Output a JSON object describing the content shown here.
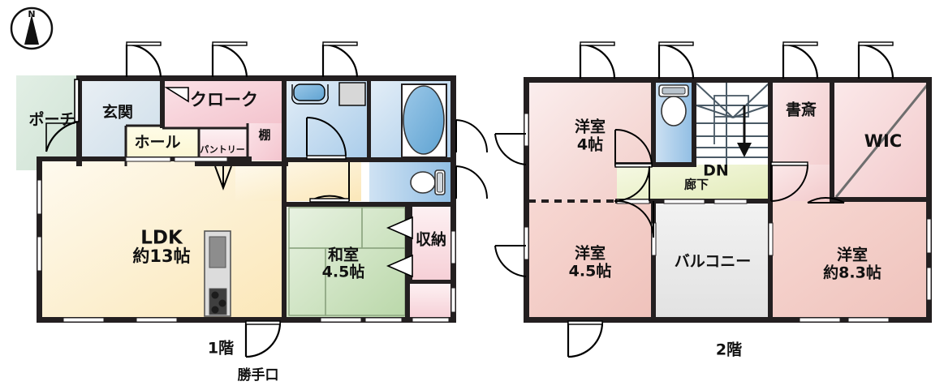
{
  "compass": {
    "north_label": "N",
    "name": "compass-rose"
  },
  "floors": [
    {
      "id": "floor1",
      "caption": "1階",
      "rooms": [
        {
          "key": "porch",
          "label": "ポーチ",
          "color": "#dceadf"
        },
        {
          "key": "genkan",
          "label": "玄関",
          "color": "#dee8ef"
        },
        {
          "key": "hall",
          "label": "ホール",
          "color": "#fdf8d8"
        },
        {
          "key": "cloak",
          "label": "クローク",
          "color": "#f6cbd2"
        },
        {
          "key": "pantry",
          "label": "パントリー",
          "color": "#f8dde2"
        },
        {
          "key": "shelf",
          "label": "棚",
          "color": "#f6ccd3"
        },
        {
          "key": "ldk",
          "label": "LDK",
          "sub": "約13帖",
          "color": "#fdf0cf"
        },
        {
          "key": "washroom",
          "label": "",
          "color": "#cfe0f0"
        },
        {
          "key": "bath",
          "label": "",
          "color": "#d9e8f5"
        },
        {
          "key": "toilet",
          "label": "",
          "color": "#bcd7ee"
        },
        {
          "key": "washitsu",
          "label": "和室",
          "sub": "4.5帖",
          "color": "#cfe4c3"
        },
        {
          "key": "closet",
          "label": "収納",
          "color": "#fbdde3"
        }
      ],
      "annotations": [
        {
          "key": "katteguchi",
          "label": "勝手口"
        }
      ]
    },
    {
      "id": "floor2",
      "caption": "2階",
      "rooms": [
        {
          "key": "yoshitsu4",
          "label": "洋室",
          "sub": "4帖",
          "color": "#f7dcdc"
        },
        {
          "key": "toilet2",
          "label": "",
          "color": "#bcd7ee"
        },
        {
          "key": "stairs",
          "label": "",
          "color": "#ffffff"
        },
        {
          "key": "rouka",
          "label": "廊下",
          "color": "#eef1cf"
        },
        {
          "key": "shosai",
          "label": "書斎",
          "color": "#fae3e6"
        },
        {
          "key": "wic",
          "label": "WIC",
          "color": "#f6d7d8"
        },
        {
          "key": "yoshitsu45",
          "label": "洋室",
          "sub": "4.5帖",
          "color": "#f3cdc8"
        },
        {
          "key": "balcony",
          "label": "バルコニー",
          "color": "#e9e9e9"
        },
        {
          "key": "yoshitsu83",
          "label": "洋室",
          "sub": "約8.3帖",
          "color": "#f5ccc8"
        }
      ],
      "annotations": [
        {
          "key": "down",
          "label": "DN"
        }
      ]
    }
  ],
  "colors": {
    "wall": "#231f20",
    "thin_wall": "#231f20",
    "water_fill": "#8fbfe0",
    "tub_fill": "#7fb6dd",
    "appliance_gray": "#d6d6d6",
    "stove_dark": "#4a4a4a",
    "tatami_line": "#9bb08f",
    "wic_slash": "#6e6e6e",
    "text": "#111111"
  }
}
